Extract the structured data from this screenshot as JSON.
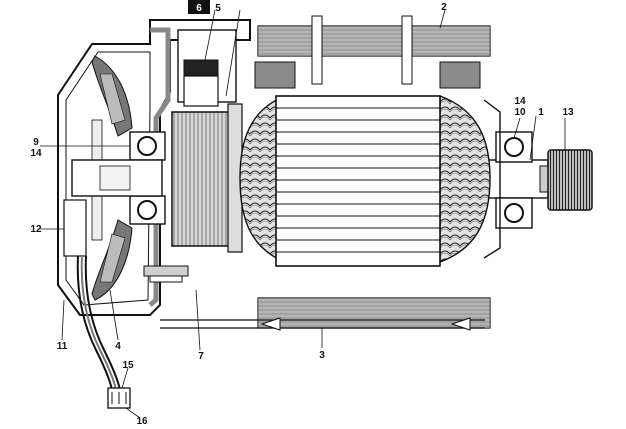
{
  "diagram": {
    "callouts": {
      "c1": "1",
      "c2": "2",
      "c3": "3",
      "c4": "4",
      "c5": "5",
      "c6": "6",
      "c7": "7",
      "c9": "9",
      "c10": "10",
      "c11": "11",
      "c12": "12",
      "c13": "13",
      "c14_left": "14",
      "c14_right": "14",
      "c15": "15",
      "c16": "16"
    }
  },
  "colors": {
    "ink": "#111111",
    "hatch_gray": "#8c8c8c",
    "light_gray": "#d9d9d9",
    "mid_gray": "#b3b3b3",
    "highlight": "#111111"
  }
}
